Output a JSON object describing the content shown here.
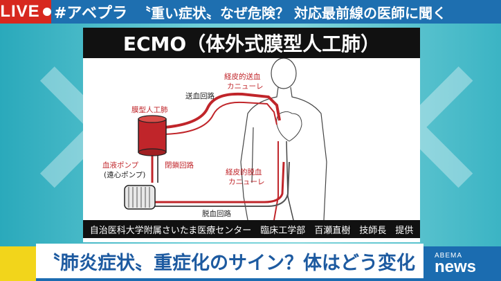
{
  "header": {
    "live_label": "LIVE",
    "hashtag": "#アベプラ",
    "title": "〝重い症状〟なぜ危険？ 対応最前線の医師に聞く"
  },
  "panel": {
    "title": "ECMO（体外式膜型人工肺）",
    "credit": "自治医科大学附属さいたま医療センター　臨床工学部　百瀬直樹　技師長　提供",
    "labels": {
      "oxygenator": "膜型人工肺",
      "supply_circuit": "送血回路",
      "supply_cannula_line1": "経皮的送血",
      "supply_cannula_line2": "カニューレ",
      "pump_line1": "血液ポンプ",
      "pump_line2": "(遠心ポンプ)",
      "closed_circuit": "閉鎖回路",
      "drain_cannula_line1": "経皮的脱血",
      "drain_cannula_line2": "カニューレ",
      "drain_circuit": "脱血回路"
    }
  },
  "caption": {
    "text": "〝肺炎症状〟重症化のサイン？体はどう変化"
  },
  "brand": {
    "top": "ABEMA",
    "bottom": "news"
  },
  "colors": {
    "live_red": "#d7281f",
    "topbar_blue": "#1e6fb0",
    "tube_red": "#c0252a",
    "caption_blue": "#1d5aa0",
    "accent_yellow": "#f2d51b"
  }
}
